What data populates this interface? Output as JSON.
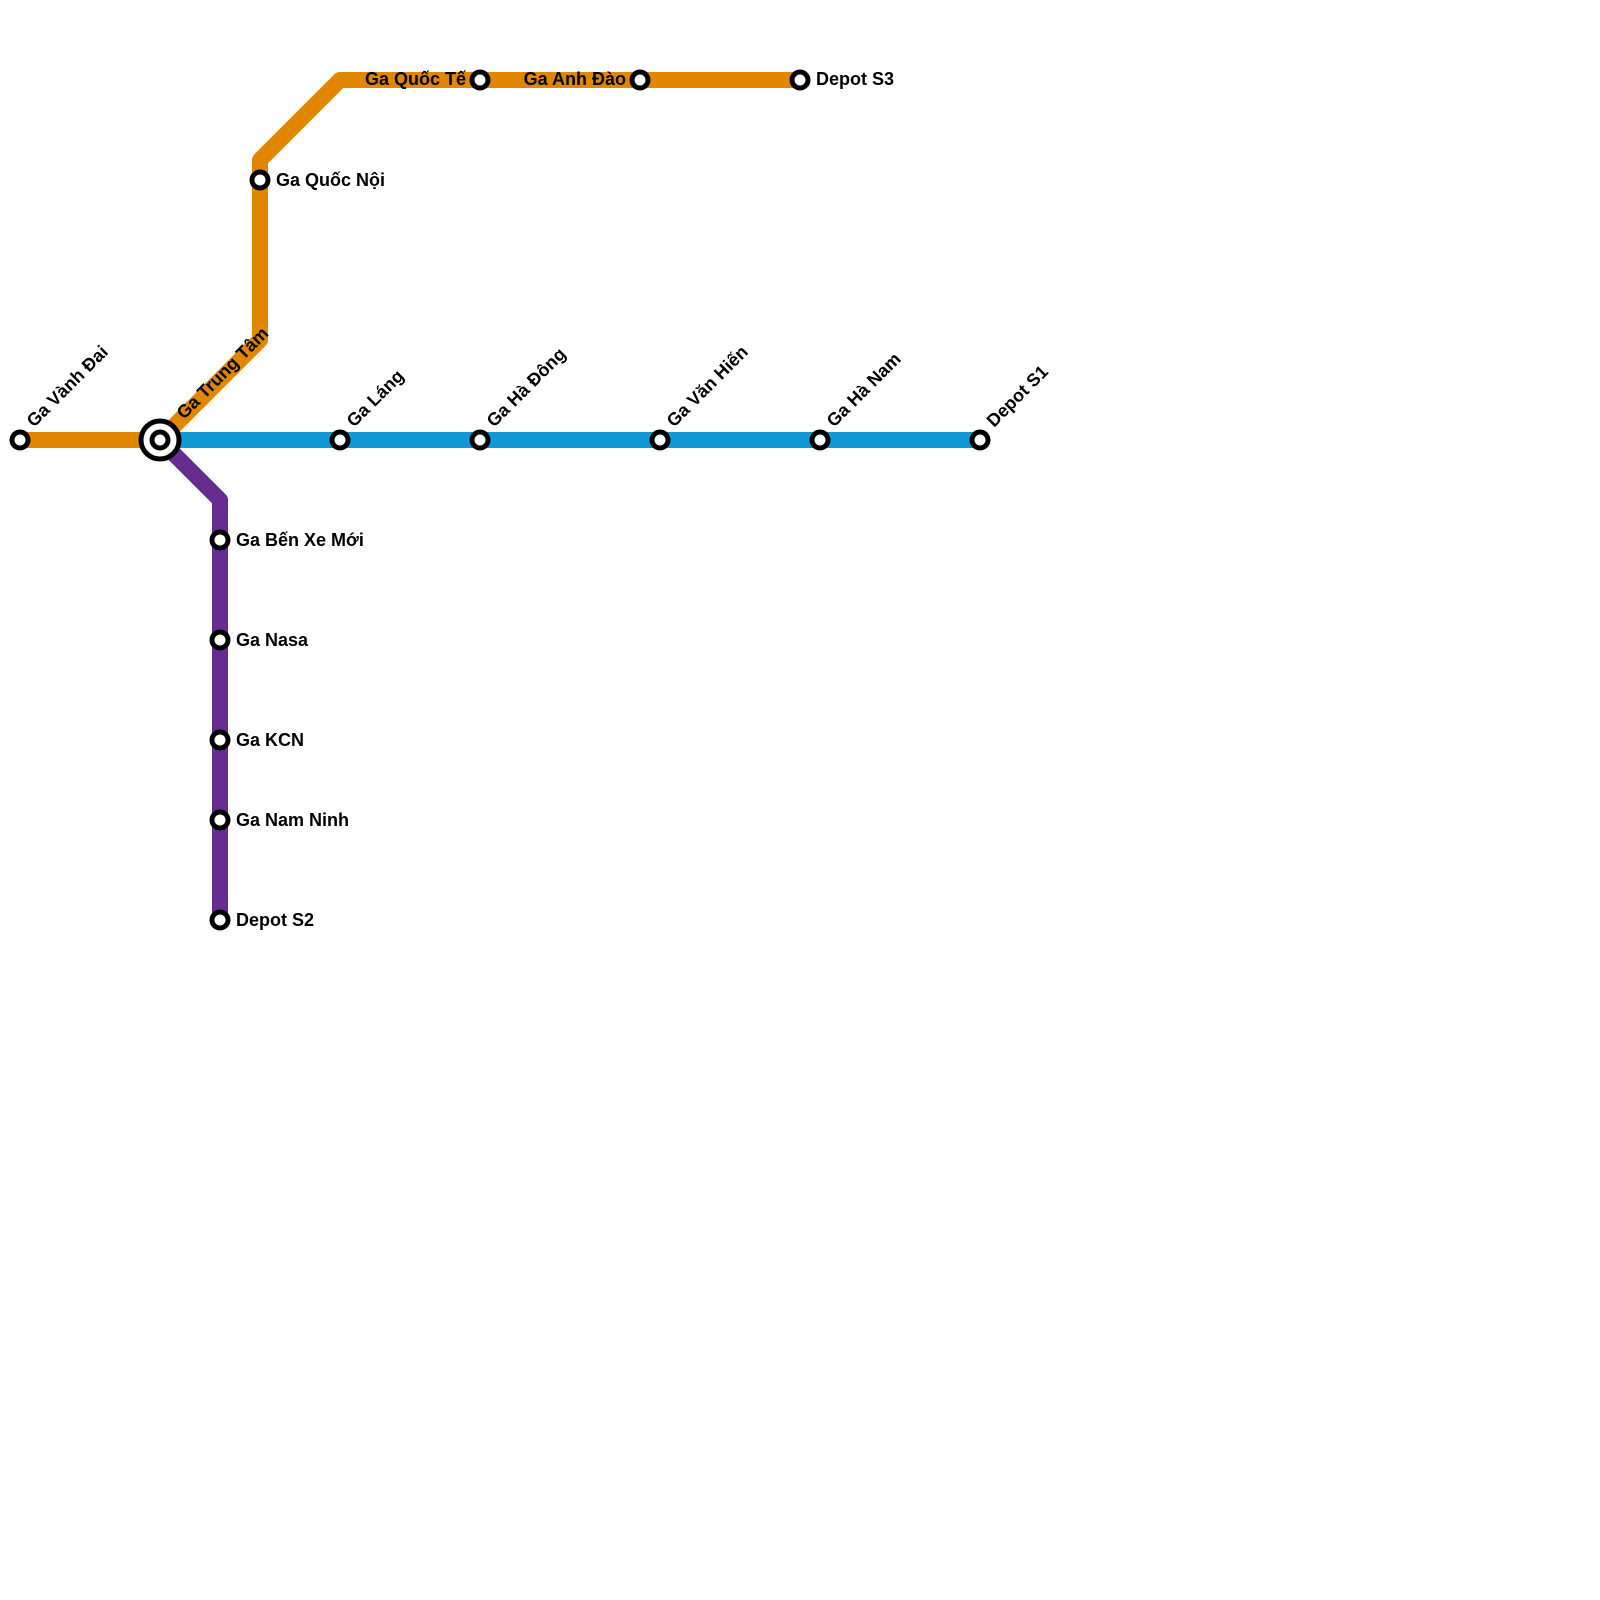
{
  "lines": [
    {
      "id": "orange",
      "color": "#e08600"
    },
    {
      "id": "blue",
      "color": "#0f99d5"
    },
    {
      "id": "purple",
      "color": "#662c90"
    }
  ],
  "stations": {
    "ga_vanh_dai": "Ga Vành Đai",
    "ga_trung_tam": "Ga Trung Tâm",
    "ga_lang": "Ga Láng",
    "ga_ha_dong": "Ga Hà Đông",
    "ga_van_hien": "Ga Văn Hiến",
    "ga_ha_nam": "Ga Hà Nam",
    "depot_s1": "Depot S1",
    "ga_quoc_noi": "Ga Quốc Nội",
    "ga_quoc_te": "Ga Quốc Tế",
    "ga_anh_dao": "Ga Anh Đào",
    "depot_s3": "Depot S3",
    "ga_ben_xe_moi": "Ga Bến Xe Mới",
    "ga_nasa": "Ga Nasa",
    "ga_kcn": "Ga KCN",
    "ga_nam_ninh": "Ga Nam Ninh",
    "depot_s2": "Depot S2"
  }
}
